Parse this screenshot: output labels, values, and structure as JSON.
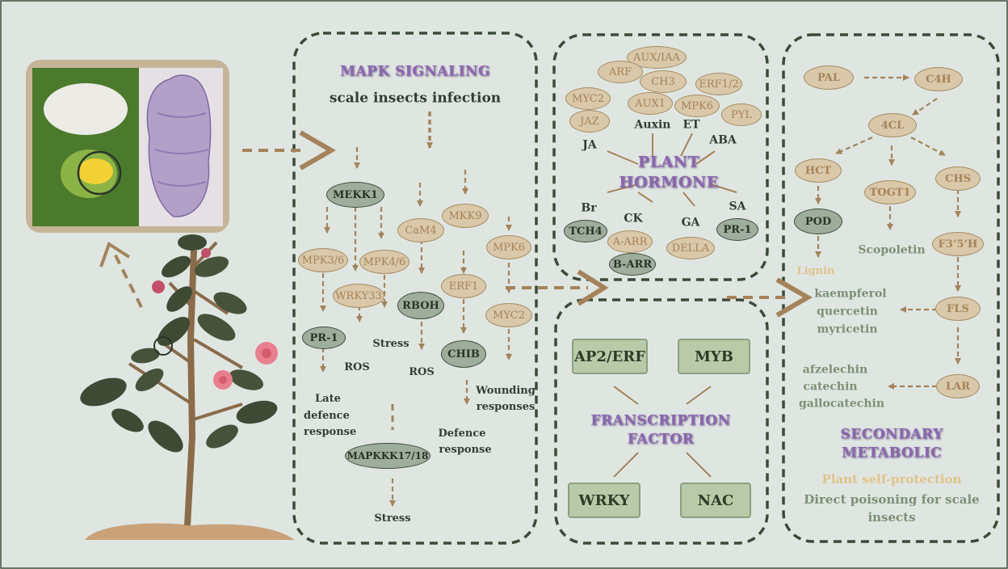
{
  "mapk": {
    "title": "MAPK SIGNALING",
    "subtitle": "scale insects infection",
    "nodes": {
      "mekk1": "MEKK1",
      "mpk3": "MPK3/6",
      "mpk4": "MPK4/6",
      "wrky33": "WRKY33",
      "pr1": "PR-1",
      "cam4": "CaM4",
      "rboh": "RBOH",
      "mkk9": "MKK9",
      "erf1": "ERF1",
      "chib": "CHIB",
      "mpk6": "MPK6",
      "myc2": "MYC2",
      "mapkkk": "MAPKKK17/18"
    },
    "labels": {
      "stress1": "Stress",
      "ros1": "ROS",
      "ros2": "ROS",
      "late1": "Late",
      "late2": "defence",
      "late3": "response",
      "wound1": "Wounding",
      "wound2": "responses",
      "def1": "Defence",
      "def2": "response",
      "stress2": "Stress"
    }
  },
  "hormone": {
    "title1": "PLANT",
    "title2": "HORMONE",
    "nodes": {
      "auxiaa": "AUX/IAA",
      "arf": "ARF",
      "ch3": "CH3",
      "myc2": "MYC2",
      "erf12": "ERF1/2",
      "aux1": "AUX1",
      "mpk6": "MPK6",
      "pyl": "PYL",
      "jaz": "JAZ",
      "tch4": "TCH4",
      "aarr": "A-ARR",
      "barr": "B-ARR",
      "della": "DELLA",
      "pr1": "PR-1"
    },
    "labels": {
      "auxin": "Auxin",
      "et": "ET",
      "ja": "JA",
      "aba": "ABA",
      "br": "Br",
      "ck": "CK",
      "ga": "GA",
      "sa": "SA"
    }
  },
  "tf": {
    "title1": "FRANSCRIPTION",
    "title2": "FACTOR",
    "boxes": {
      "ap2": "AP2/ERF",
      "myb": "MYB",
      "wrky": "WRKY",
      "nac": "NAC"
    }
  },
  "secondary": {
    "nodes": {
      "pal": "PAL",
      "c4h": "C4H",
      "fourcl": "4CL",
      "hct": "HCT",
      "togt1": "TOGT1",
      "chs": "CHS",
      "pod": "POD",
      "f35h": "F3’5’H",
      "fls": "FLS",
      "lar": "LAR"
    },
    "labels": {
      "lignin": "Lignin",
      "scopoletin": "Scopoletin",
      "kaempferol": "kaempferol",
      "quercetin": "quercetin",
      "myricetin": "myricetin",
      "afzelechin": "afzelechin",
      "catechin": "catechin",
      "gallocatechin": "gallocatechin",
      "title1": "SECONDARY",
      "title2": "METABOLIC",
      "protection": "Plant self-protection",
      "poison1": "Direct poisoning for scale",
      "poison2": "insects"
    }
  },
  "colors": {
    "background": "#dfe6e2",
    "tan": "#a5835a",
    "purple": "#8c66b0",
    "dark_green": "#3b4b38"
  }
}
